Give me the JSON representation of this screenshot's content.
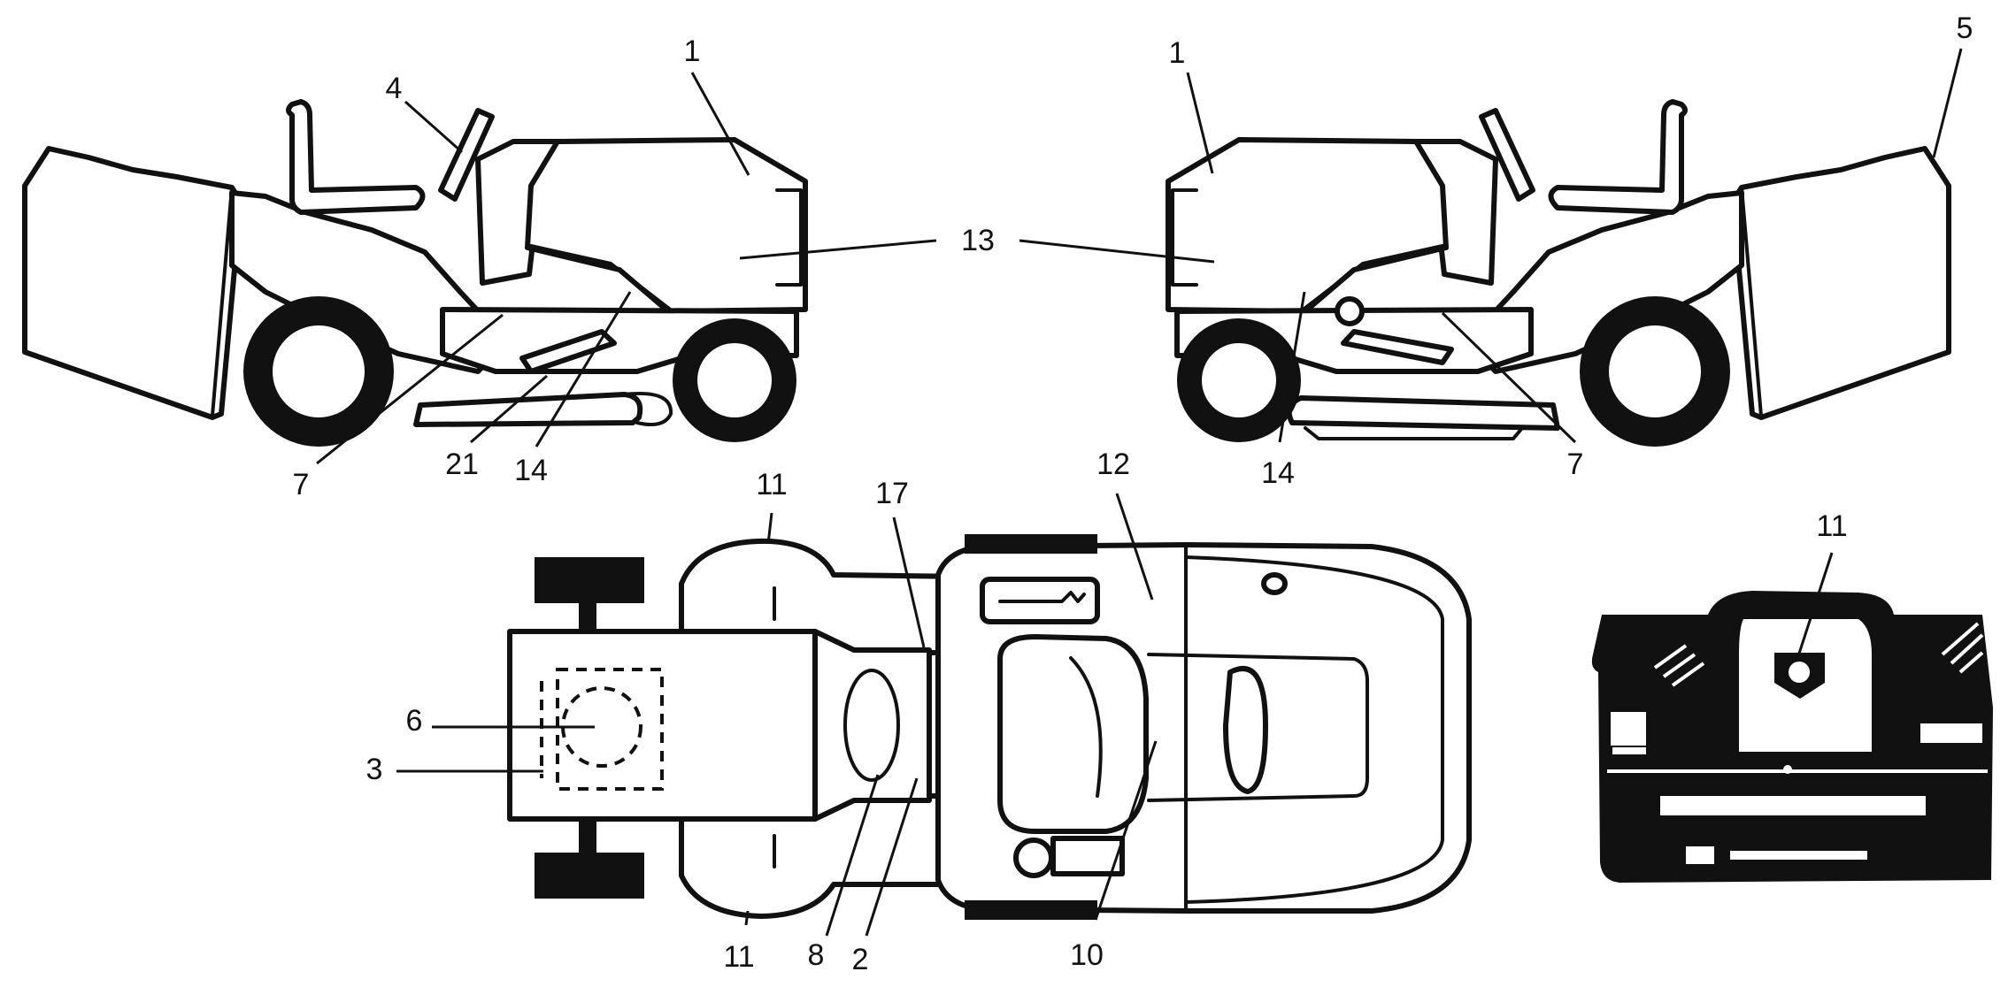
{
  "labels": {
    "left_1": "1",
    "left_4": "4",
    "left_7": "7",
    "left_21": "21",
    "left_14": "14",
    "center_13": "13",
    "right_1": "1",
    "right_5": "5",
    "right_14": "14",
    "right_7": "7",
    "top_11_upper": "11",
    "top_17": "17",
    "top_12": "12",
    "top_6": "6",
    "top_3": "3",
    "top_11_lower": "11",
    "top_8": "8",
    "top_2": "2",
    "top_10": "10",
    "rear_11": "11"
  },
  "colors": {
    "line": "#111111",
    "panel": "#111111",
    "background": "#ffffff"
  }
}
